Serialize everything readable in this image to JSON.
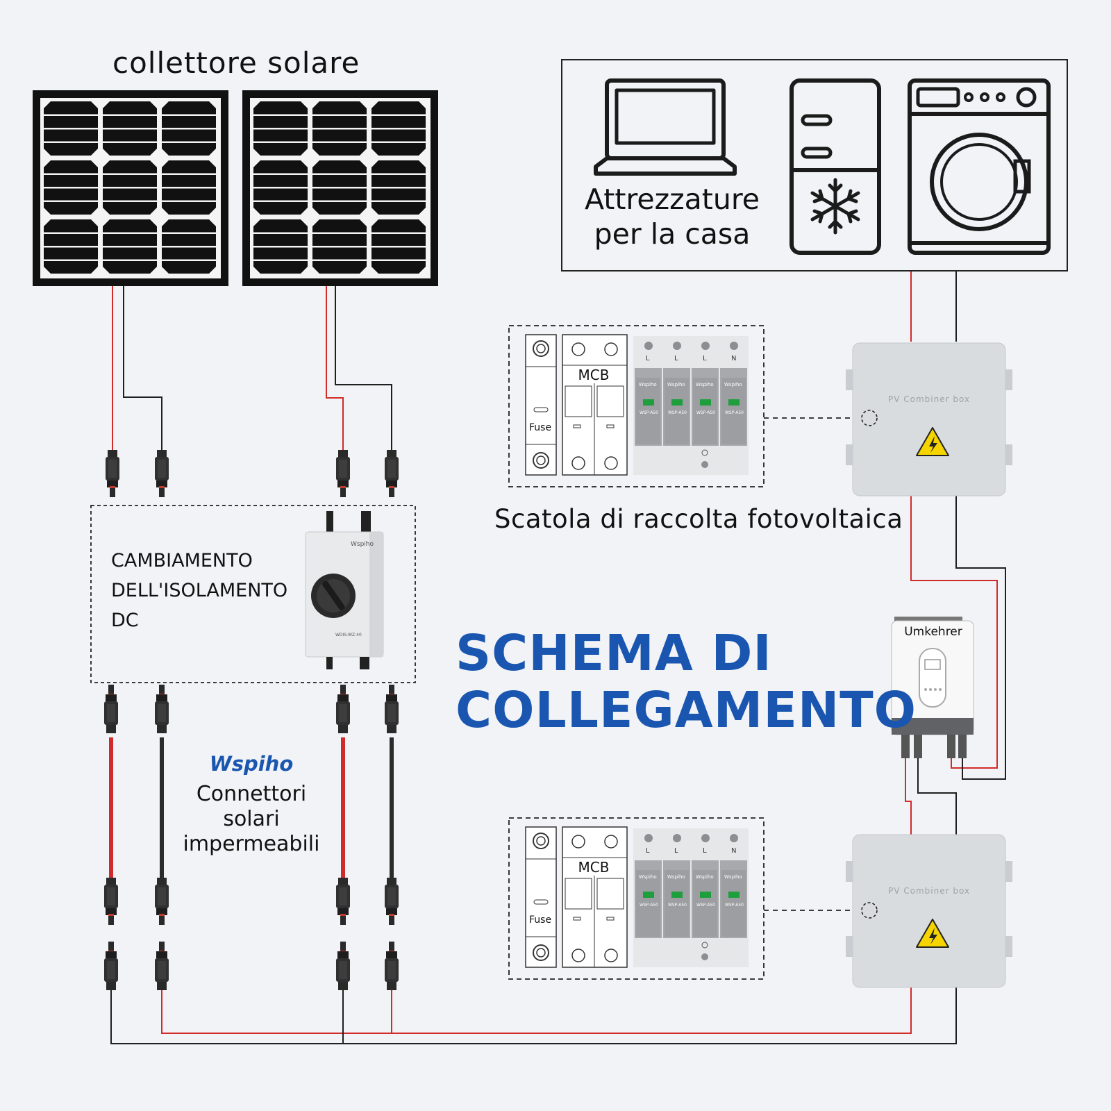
{
  "title": "SCHEMA DI COLLEGAMENTO",
  "title_lines": [
    "SCHEMA DI",
    "COLLEGAMENTO"
  ],
  "solar_label": "collettore solare",
  "home": {
    "label_lines": [
      "Attrezzature",
      "per la casa"
    ],
    "appliances": [
      "laptop-icon",
      "fridge-icon",
      "washing-machine-icon"
    ]
  },
  "combiner": {
    "caption": "Scatola di raccolta fotovoltaica",
    "box_label": "PV Combiner box",
    "mcb_label": "MCB",
    "fuse_label": "Fuse",
    "spd_terminals": [
      "L",
      "L",
      "L",
      "N"
    ],
    "spd_brand": "Wspiho",
    "spd_model": "WSP-A50"
  },
  "isolator": {
    "label": "CAMBIAMENTO DELL'ISOLAMENTO DC",
    "label_lines": [
      "CAMBIAMENTO",
      "DELL'ISOLAMENTO",
      "DC"
    ],
    "brand": "Wspiho",
    "model": "WDIS-WZ-40",
    "subtitle_lines": [
      "PV ARRAY",
      "DC ISOLATOR"
    ]
  },
  "connectors": {
    "brand": "Wspiho",
    "label_lines": [
      "Connettori",
      "solari",
      "impermeabili"
    ]
  },
  "inverter": {
    "label": "Umkehrer"
  },
  "colors": {
    "accent_blue": "#1a56b0",
    "wire_red": "#d32a2a",
    "wire_black": "#1f1f1f",
    "background": "#f1f3f6",
    "panel_cell": "#111111",
    "combiner_box": "#d9dcdf"
  }
}
